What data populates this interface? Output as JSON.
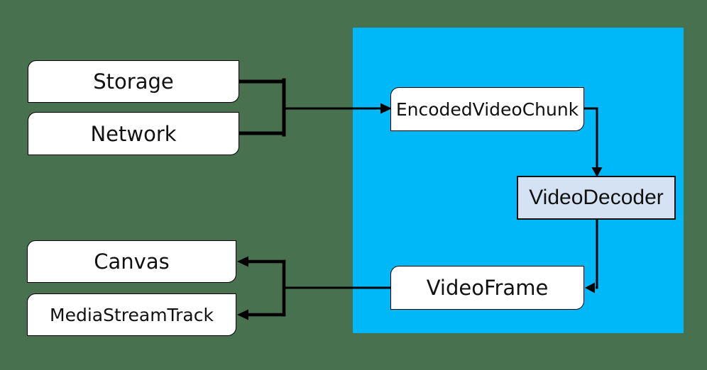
{
  "nodes": {
    "storage": {
      "label": "Storage"
    },
    "network": {
      "label": "Network"
    },
    "canvas": {
      "label": "Canvas"
    },
    "media_stream_track": {
      "label": "MediaStreamTrack"
    },
    "encoded_video_chunk": {
      "label": "EncodedVideoChunk"
    },
    "video_decoder": {
      "label": "VideoDecoder"
    },
    "video_frame": {
      "label": "VideoFrame"
    }
  },
  "edges": [
    {
      "from": "storage",
      "to": "encoded_video_chunk"
    },
    {
      "from": "network",
      "to": "encoded_video_chunk"
    },
    {
      "from": "encoded_video_chunk",
      "to": "video_decoder"
    },
    {
      "from": "video_decoder",
      "to": "video_frame"
    },
    {
      "from": "video_frame",
      "to": "canvas"
    },
    {
      "from": "video_frame",
      "to": "media_stream_track"
    }
  ],
  "colors": {
    "background": "#487150",
    "webcodecs_panel": "#00B8F8",
    "node_fill": "#FFFFFF",
    "node_border": "#000000",
    "decoder_fill": "#D5E2F3",
    "decoder_border": "#111111",
    "connector": "#000000",
    "label": "#111111"
  }
}
